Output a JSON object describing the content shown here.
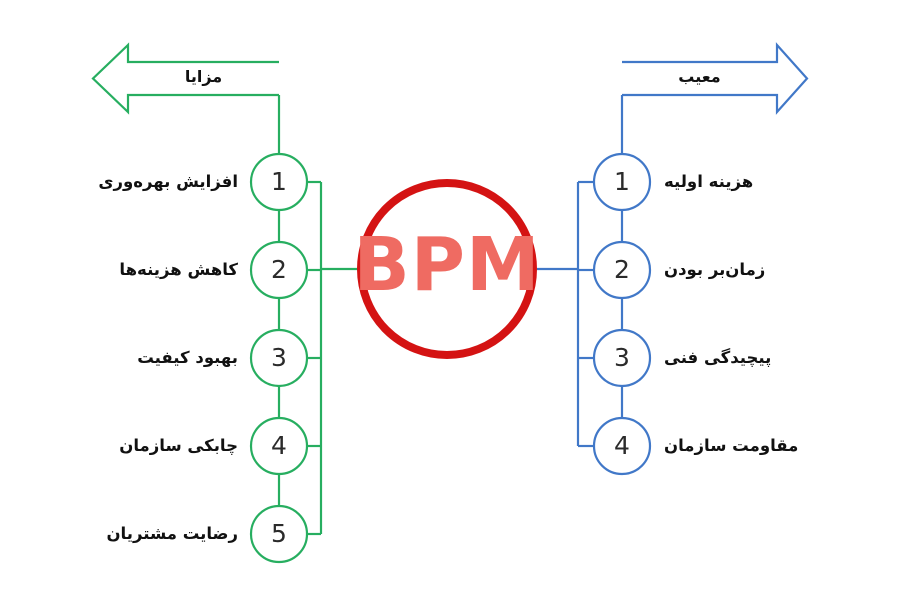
{
  "diagram": {
    "center": {
      "label": "BPM",
      "circle_color": "#d41313",
      "text_color": "#ef6b62"
    },
    "left_branch": {
      "arrow_label": "مزایا",
      "color": "#27ae60",
      "direction": "left",
      "items": [
        {
          "number": "1",
          "label": "افزایش بهره‌وری"
        },
        {
          "number": "2",
          "label": "کاهش هزینه‌ها"
        },
        {
          "number": "3",
          "label": "بهبود کیفیت"
        },
        {
          "number": "4",
          "label": "چابکی سازمان"
        },
        {
          "number": "5",
          "label": "رضایت مشتریان"
        }
      ]
    },
    "right_branch": {
      "arrow_label": "معیب",
      "color": "#4178c8",
      "direction": "right",
      "items": [
        {
          "number": "1",
          "label": "هزینه اولیه"
        },
        {
          "number": "2",
          "label": "زمان‌بر بودن"
        },
        {
          "number": "3",
          "label": "پیچیدگی فنی"
        },
        {
          "number": "4",
          "label": "مقاومت سازمان"
        }
      ]
    }
  }
}
